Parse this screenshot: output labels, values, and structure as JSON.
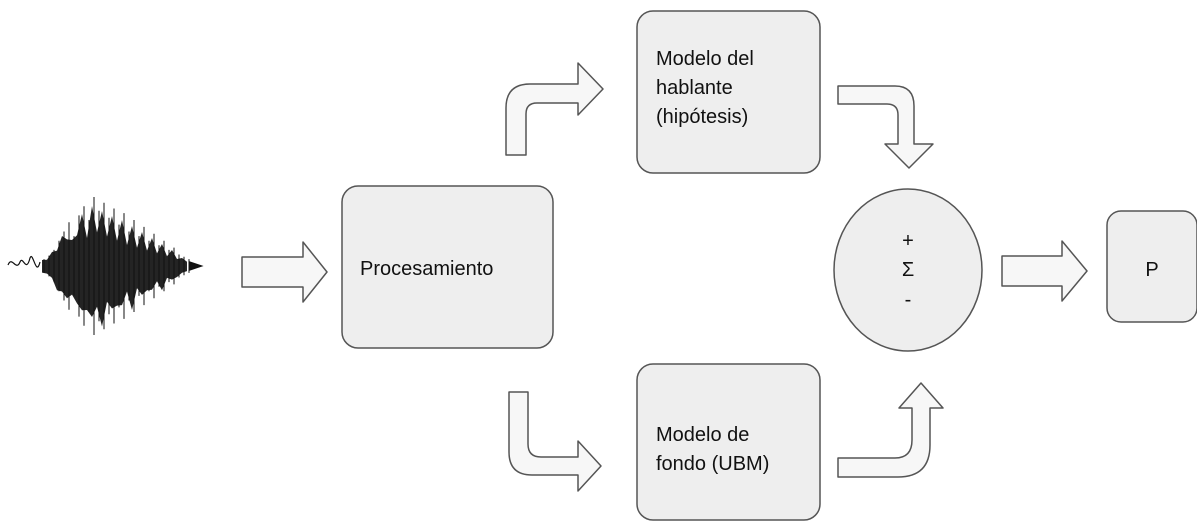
{
  "nodes": {
    "processing": {
      "label": "Procesamiento"
    },
    "speaker_model": {
      "lines": [
        "Modelo del",
        "hablante",
        "(hipótesis)"
      ]
    },
    "background_model": {
      "lines": [
        "Modelo de",
        "fondo (UBM)"
      ]
    },
    "sum": {
      "plus": "+",
      "sigma": "Σ",
      "minus": "-"
    },
    "output": {
      "label": "P"
    }
  },
  "colors": {
    "box_fill": "#eeeeee",
    "box_stroke": "#555555",
    "arrow_fill": "#f7f7f7",
    "arrow_stroke": "#555555",
    "waveform": "#111111"
  }
}
